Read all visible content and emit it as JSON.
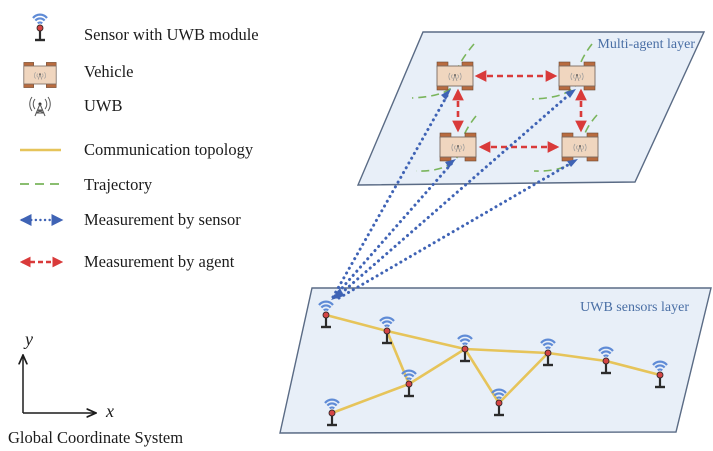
{
  "legend": {
    "items": [
      {
        "icon": "sensor-icon",
        "label": "Sensor with UWB module"
      },
      {
        "icon": "vehicle-icon",
        "label": "Vehicle"
      },
      {
        "icon": "uwb-tower-icon",
        "label": "UWB"
      },
      {
        "icon": "solid-line-icon",
        "label": "Communication topology"
      },
      {
        "icon": "dashed-line-icon",
        "label": "Trajectory"
      },
      {
        "icon": "dotted-arrow-icon",
        "label": "Measurement by sensor"
      },
      {
        "icon": "dashed-arrow-icon",
        "label": "Measurement by agent"
      }
    ]
  },
  "layers": {
    "agent_layer_label": "Multi-agent layer",
    "sensor_layer_label": "UWB sensors layer"
  },
  "coordinate_system": {
    "x_label": "x",
    "y_label": "y",
    "title": "Global Coordinate System"
  },
  "colors": {
    "plane_fill": "#e8eff8",
    "plane_stroke": "#5a6b85",
    "topology": "#e6c45a",
    "trajectory": "#7ab55c",
    "sensor_measure": "#3f63b5",
    "agent_measure": "#d93a3a",
    "vehicle_body": "#f0d6bf",
    "vehicle_wheel": "#b86b3f",
    "sensor_wifi": "#5f8bd6",
    "sensor_dot": "#d64545"
  },
  "graph": {
    "vehicles": [
      "V1",
      "V2",
      "V3",
      "V4"
    ],
    "agent_links": [
      [
        "V1",
        "V2"
      ],
      [
        "V3",
        "V4"
      ],
      [
        "V1",
        "V3"
      ],
      [
        "V2",
        "V4"
      ]
    ],
    "sensors": [
      "S1",
      "S2",
      "S3",
      "S4",
      "S5",
      "S6",
      "S7",
      "S8",
      "S9"
    ],
    "topology_links": [
      [
        "S1",
        "S2"
      ],
      [
        "S2",
        "S4"
      ],
      [
        "S2",
        "S3"
      ],
      [
        "S6",
        "S3"
      ],
      [
        "S3",
        "S4"
      ],
      [
        "S4",
        "S5"
      ],
      [
        "S5",
        "S7"
      ],
      [
        "S4",
        "S7"
      ],
      [
        "S7",
        "S8"
      ],
      [
        "S8",
        "S9"
      ]
    ],
    "sensor_measurements": [
      [
        "S1",
        "V1"
      ],
      [
        "S1",
        "V2"
      ],
      [
        "S1",
        "V3"
      ],
      [
        "S1",
        "V4"
      ]
    ]
  }
}
